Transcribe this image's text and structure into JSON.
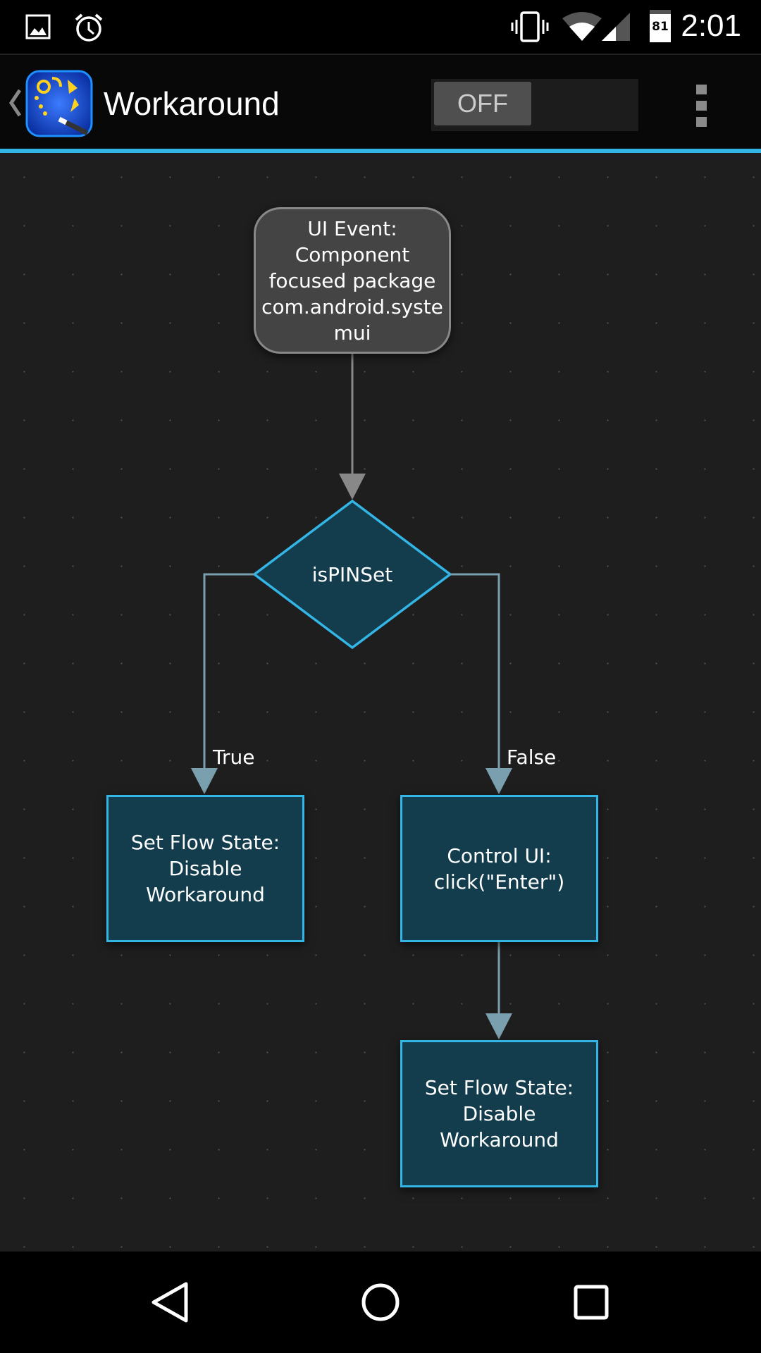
{
  "status_bar": {
    "time": "2:01",
    "battery": "81",
    "icons": [
      "image-icon",
      "alarm-icon",
      "vibrate-icon",
      "wifi-icon",
      "signal-icon",
      "battery-icon"
    ]
  },
  "action_bar": {
    "title": "Workaround",
    "toggle_label": "OFF",
    "toggle_on": false,
    "icons": [
      "back-chevron-icon",
      "app-icon",
      "overflow-menu-icon"
    ]
  },
  "flow": {
    "start": "UI Event:\nComponent\nfocused package\ncom.android.syste\nmui",
    "decision": "isPINSet",
    "true_label": "True",
    "false_label": "False",
    "true_node": "Set Flow State:\nDisable\nWorkaround",
    "false_node": "Control UI:\nclick(\"Enter\")",
    "next_node": "Set Flow State:\nDisable\nWorkaround"
  },
  "colors": {
    "accent": "#33b5e5",
    "node_fill": "#133d4d",
    "start_fill": "#444444",
    "connector": "#7a9fae"
  },
  "nav_bar": {
    "icons": [
      "back-icon",
      "home-icon",
      "recents-icon"
    ]
  }
}
